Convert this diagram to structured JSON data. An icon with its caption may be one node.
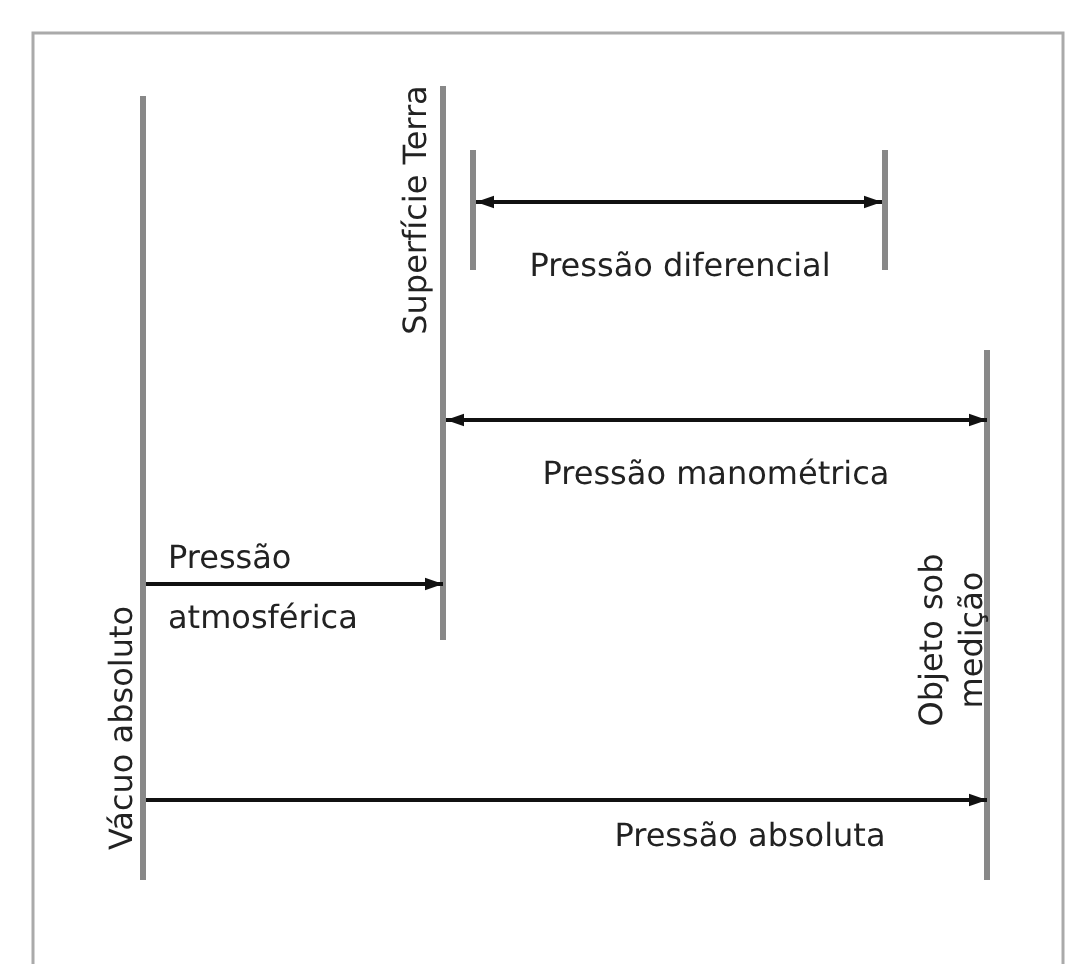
{
  "diagram": {
    "nodes": [
      {
        "text": [
          "Vácuo absoluto"
        ]
      },
      {
        "text": [
          "Superfície Terra"
        ]
      },
      {
        "text": [
          "Objeto sob medição"
        ]
      },
      {
        "text": [],
        "shape": "bar"
      },
      {
        "text": [],
        "shape": "bar"
      }
    ],
    "edges": [
      {
        "from": 3,
        "to": 4,
        "arrow": "both",
        "label": "Pressão diferencial"
      },
      {
        "from": 1,
        "to": 2,
        "arrow": "both",
        "label": "Pressão manométrica"
      },
      {
        "from": 0,
        "to": 1,
        "arrow": "to",
        "label": "Pressão atmosférica"
      },
      {
        "from": 0,
        "to": 2,
        "arrow": "to",
        "label": "Pressão absoluta"
      }
    ]
  }
}
